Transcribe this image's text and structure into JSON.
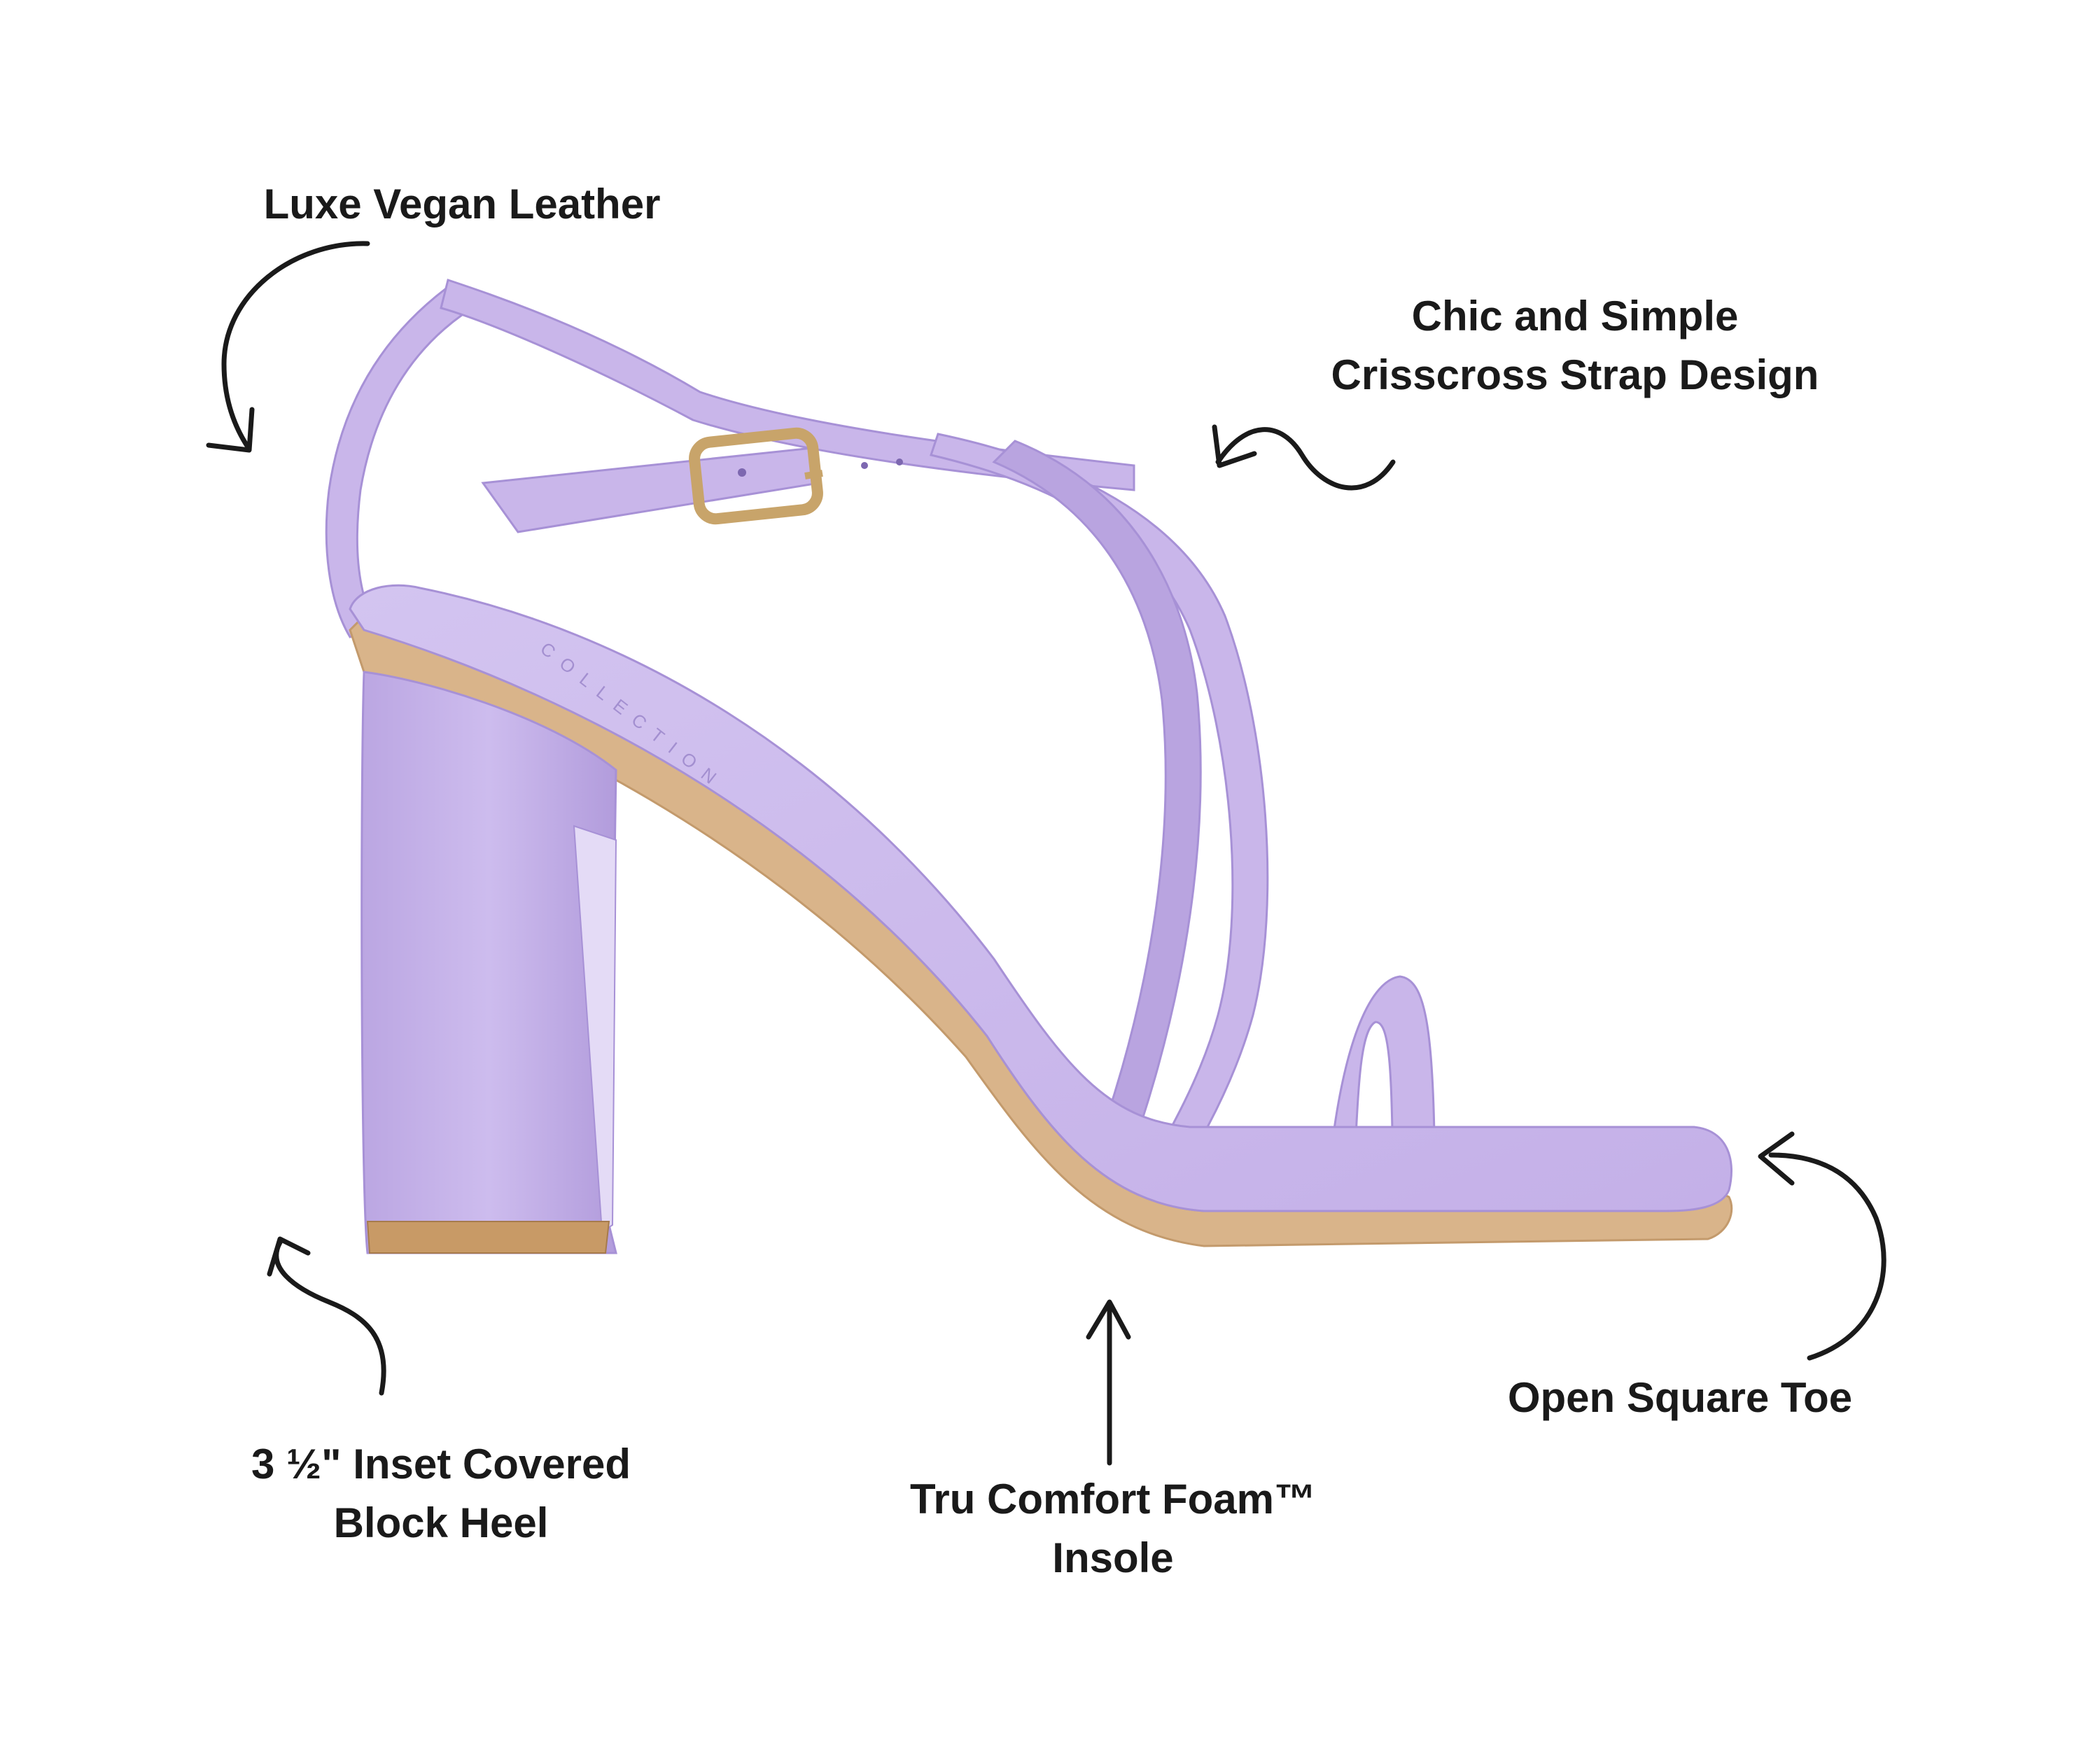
{
  "palette": {
    "lavender": "#c9b6ea",
    "lavender_dark": "#a791d6",
    "lavender_light": "#ddd0f3",
    "tan_sole": "#d9b48a",
    "gold_buckle": "#c8a46a",
    "ink": "#1a1a1a"
  },
  "annotations": {
    "leather": {
      "lines": [
        "Luxe Vegan Leather"
      ]
    },
    "strap": {
      "lines": [
        "Chic and Simple",
        "Crisscross Strap Design"
      ]
    },
    "heel": {
      "lines": [
        "3 ½\" Inset Covered",
        "Block Heel"
      ]
    },
    "insole": {
      "lines": [
        "Tru Comfort Foam™",
        "Insole"
      ]
    },
    "toe": {
      "lines": [
        "Open Square Toe"
      ]
    }
  },
  "product": {
    "footbed_print": "COLLECTION"
  },
  "icons": [
    "curved-arrow-icon",
    "wavy-arrow-icon",
    "straight-arrow-icon"
  ]
}
